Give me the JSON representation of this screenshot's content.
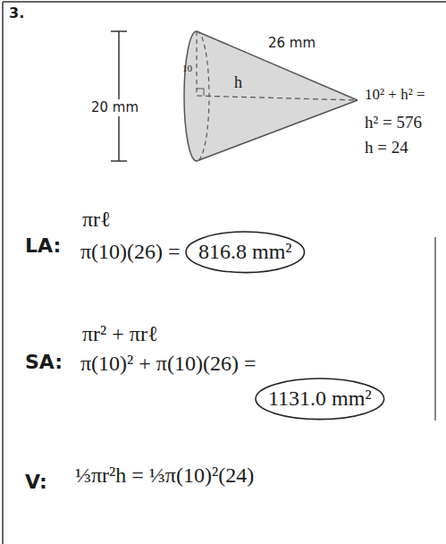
{
  "diagram": {
    "labels": [
      "3.",
      "20 mm",
      "10",
      "h",
      "26 mm",
      "10² + h² =",
      "h² = 576",
      "h = 24",
      "LA:",
      "πrℓ",
      "π(10)(26) =",
      "816.8 mm²",
      "SA:",
      "πr² + πrℓ",
      "π(10)² + π(10)(26) =",
      "1131.0 mm²",
      "V:",
      "⅓πr²h = ⅓π(10)²(24)"
    ]
  }
}
